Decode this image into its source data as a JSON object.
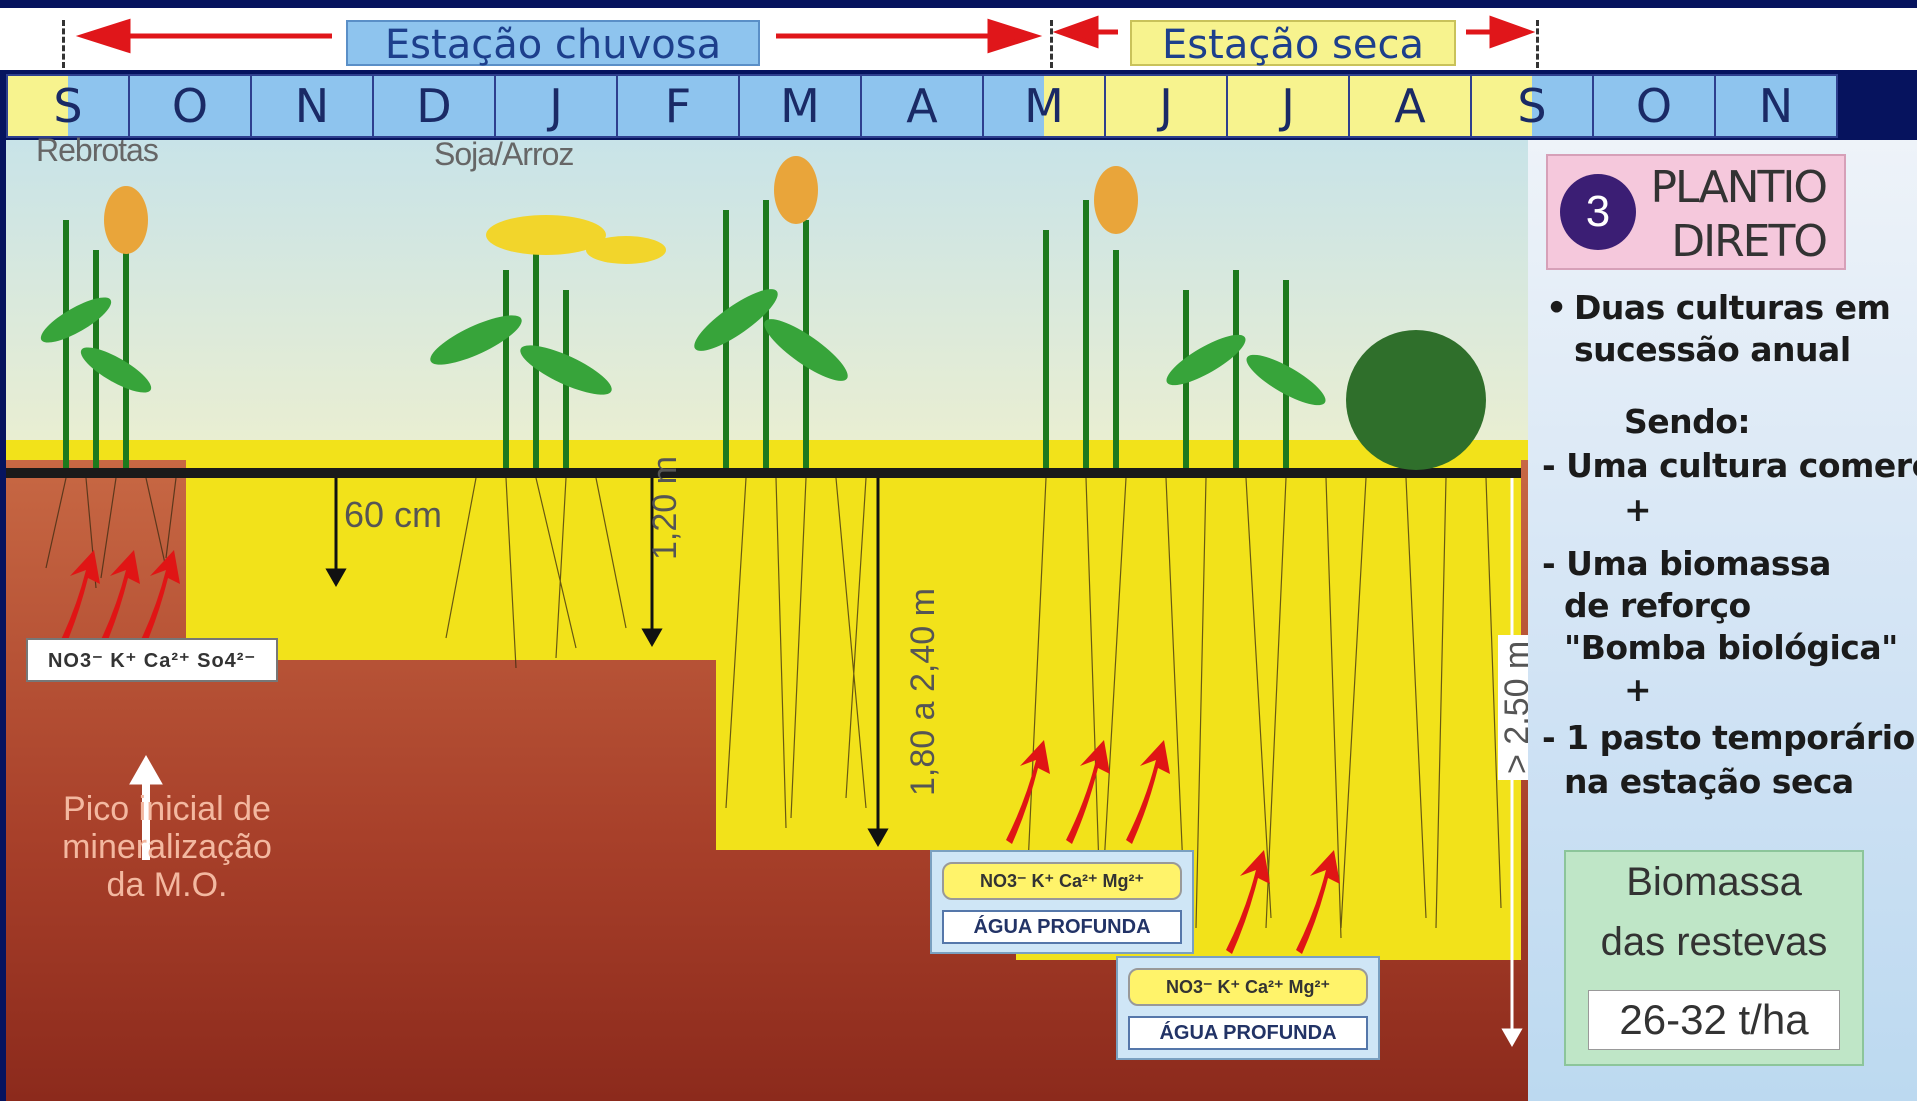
{
  "header": {
    "rainy_season": "Estação chuvosa",
    "dry_season": "Estação seca"
  },
  "months": [
    "S",
    "O",
    "N",
    "D",
    "J",
    "F",
    "M",
    "A",
    "M",
    "J",
    "J",
    "A",
    "S",
    "O",
    "N"
  ],
  "month_colors": [
    "split-yb",
    "blue",
    "blue",
    "blue",
    "blue",
    "blue",
    "blue",
    "blue",
    "split-by",
    "yellow",
    "yellow",
    "yellow",
    "split-yb",
    "blue",
    "blue"
  ],
  "diagram": {
    "regrowth_label": "Rebrotas",
    "soy_rice_label": "Soja/Arroz",
    "depth_60": "60 cm",
    "depth_120": "1,20 m",
    "depth_180_240": "1,80 a 2,40 m",
    "depth_250": "> 2,50 m",
    "ions_left": "NO3⁻ K⁺ Ca²⁺ So4²⁻",
    "ions_panel": "NO3⁻ K⁺ Ca²⁺ Mg²⁺",
    "deep_water": "ÁGUA PROFUNDA",
    "mineralization": [
      "Pico inicial de",
      "mineralização",
      "da M.O."
    ]
  },
  "sidebar": {
    "system_number": "3",
    "system_name_1": "PLANTIO",
    "system_name_2": "DIRETO",
    "bullet": "•",
    "line1": "Duas culturas em",
    "line2": "sucessão anual",
    "sendo": "Sendo:",
    "item1": "- Uma cultura comercial",
    "plus1": "+",
    "item2a": "- Uma biomassa",
    "item2b": "de reforço",
    "item2c": "\"Bomba biológica\"",
    "plus2": "+",
    "item3a": "- 1 pasto temporário",
    "item3b": "na estação seca",
    "biomass_line1": "Biomassa",
    "biomass_line2": "das restevas",
    "biomass_value": "26-32 t/ha"
  },
  "colors": {
    "blue_month": "#8ec4ee",
    "yellow_month": "#f7f38e",
    "soil_yellow": "#f2e21a",
    "soil_red": "#a83a26",
    "arrow_red": "#e01515"
  }
}
